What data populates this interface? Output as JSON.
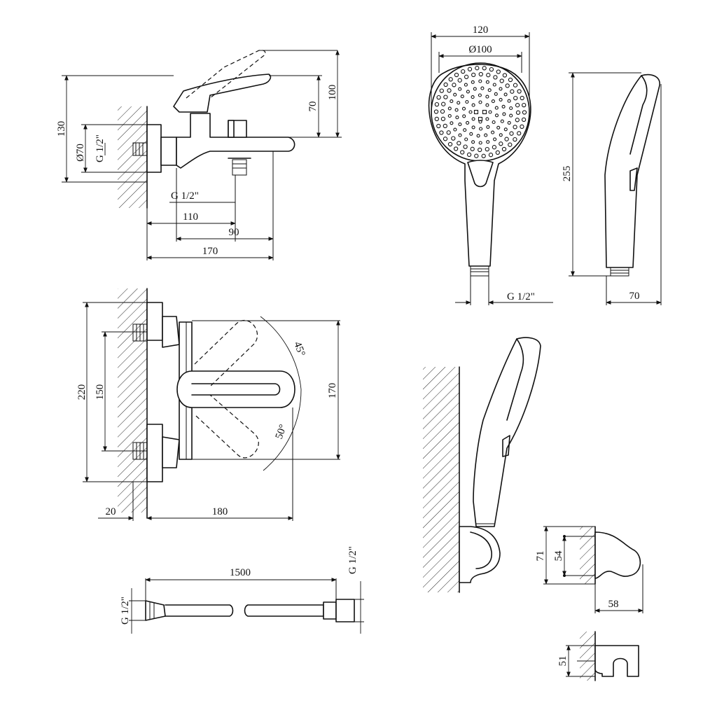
{
  "dimensions": {
    "side_view": {
      "height_130": "130",
      "dia_70": "Ø70",
      "thread_left": "G 1/2\"",
      "lever_70": "70",
      "height_100": "100",
      "thread_bottom": "G 1/2\"",
      "len_110": "110",
      "len_90": "90",
      "len_170": "170"
    },
    "top_view": {
      "height_220": "220",
      "height_150": "150",
      "height_170": "170",
      "angle_45": "45°",
      "angle_50": "50°",
      "len_20": "20",
      "len_180": "180"
    },
    "hose": {
      "length_1500": "1500",
      "thread_left": "G 1/2\"",
      "thread_right": "G 1/2\""
    },
    "hand_shower_front": {
      "width_120": "120",
      "dia_100": "Ø100",
      "thread": "G 1/2\""
    },
    "hand_shower_side": {
      "height_255": "255",
      "depth_70": "70"
    },
    "holder": {
      "height_71": "71",
      "height_54": "54",
      "depth_58": "58",
      "height_51": "51"
    }
  }
}
